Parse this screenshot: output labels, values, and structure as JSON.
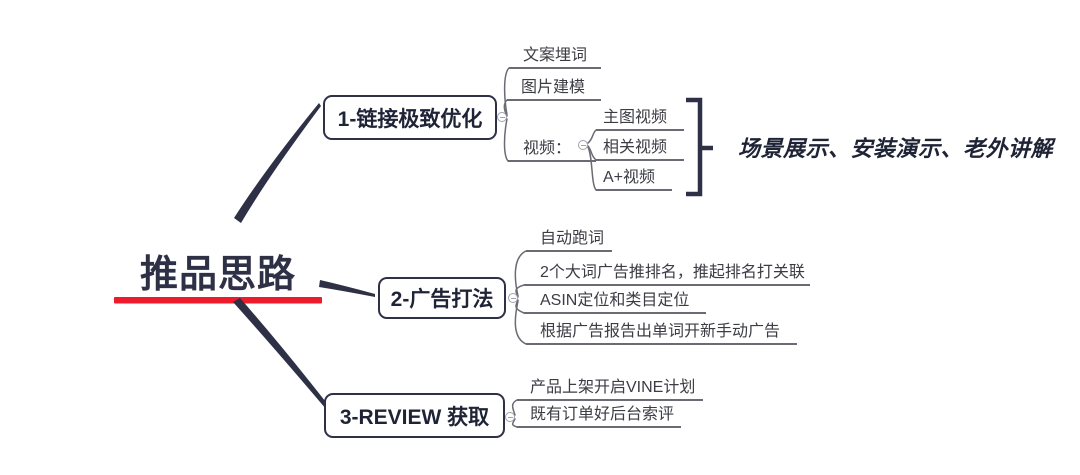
{
  "theme": {
    "background": "#ffffff",
    "ink": "#2e3046",
    "node_text": "#1f2336",
    "child_text": "#3c3d44",
    "line_gray": "#6a6b73",
    "toggle_gray": "#9fa1ac",
    "accent_red": "#ee1b2d"
  },
  "mindmap": {
    "root": {
      "label": "推品思路"
    },
    "branches": [
      {
        "label": "1-链接极致优化",
        "children": [
          {
            "label": "文案埋词"
          },
          {
            "label": "图片建模"
          },
          {
            "label": "视频：",
            "children": [
              {
                "label": "主图视频"
              },
              {
                "label": "相关视频"
              },
              {
                "label": "A+视频"
              }
            ]
          }
        ]
      },
      {
        "label": "2-广告打法",
        "children": [
          {
            "label": "自动跑词"
          },
          {
            "label": "2个大词广告推排名，推起排名打关联"
          },
          {
            "label": "ASIN定位和类目定位"
          },
          {
            "label": "根据广告报告出单词开新手动广告"
          }
        ]
      },
      {
        "label": "3-REVIEW 获取",
        "children": [
          {
            "label": "产品上架开启VINE计划"
          },
          {
            "label": "既有订单好后台索评"
          }
        ]
      }
    ],
    "annotation": {
      "label": "场景展示、安装演示、老外讲解"
    }
  }
}
